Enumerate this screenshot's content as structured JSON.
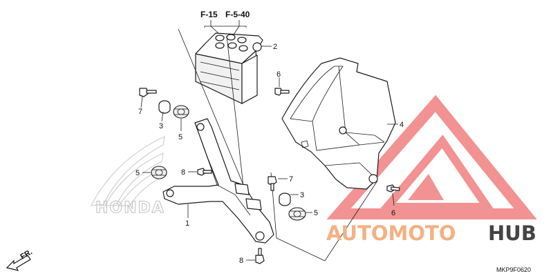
{
  "references": [
    "F-15",
    "F-5-40"
  ],
  "callouts": {
    "c2": "2",
    "c4": "4",
    "c6a": "6",
    "c6b": "6",
    "c7a": "7",
    "c7b": "7",
    "c3a": "3",
    "c3b": "3",
    "c5a": "5",
    "c5b": "5",
    "c5c": "5",
    "c8a": "8",
    "c8b": "8",
    "c1": "1"
  },
  "front_indicator": "FR.",
  "diagram_code": "MKP9F0620",
  "background_logo_text": "HONDA",
  "watermark": {
    "text_part1": "AUTOMOTO",
    "text_part2": "HUB",
    "color_part1": "#f4b183",
    "color_part2": "#444444",
    "logo_color": "#f08080"
  }
}
